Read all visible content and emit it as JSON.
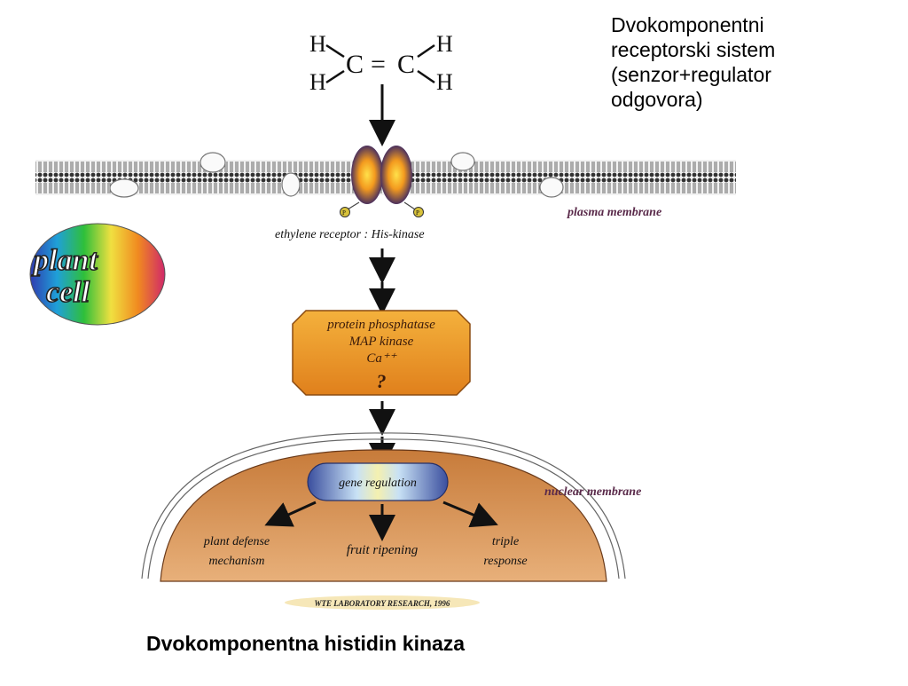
{
  "side_label": {
    "lines": [
      "Dvokomponentni",
      "receptorski sistem",
      "(senzor+regulator",
      "odgovora)"
    ]
  },
  "caption": "Dvokomponentna histidin kinaza",
  "molecule": {
    "h_top_left": "H",
    "h_bottom_left": "H",
    "c_left": "C",
    "double_bond": "=",
    "c_right": "C",
    "h_top_right": "H",
    "h_bottom_right": "H"
  },
  "membrane": {
    "plasma_label": "plasma membrane",
    "receptor_label": "ethylene receptor : His-kinase",
    "phosphate_label": "P"
  },
  "logo": {
    "line1": "plant",
    "line2": "cell"
  },
  "signal_box": {
    "lines": [
      "protein phosphatase",
      "MAP kinase",
      "Ca⁺⁺",
      "?"
    ]
  },
  "nucleus": {
    "membrane_label": "nuclear membrane",
    "gene_regulation": "gene regulation",
    "outputs": {
      "defense": [
        "plant defense",
        "mechanism"
      ],
      "ripening": "fruit ripening",
      "triple": [
        "triple",
        "response"
      ]
    }
  },
  "credit": "WTE LABORATORY RESEARCH, 1996",
  "colors": {
    "signal_box": "#f29a2a",
    "nucleus": "#d89a5a",
    "label_purple": "#5a2a4a"
  }
}
